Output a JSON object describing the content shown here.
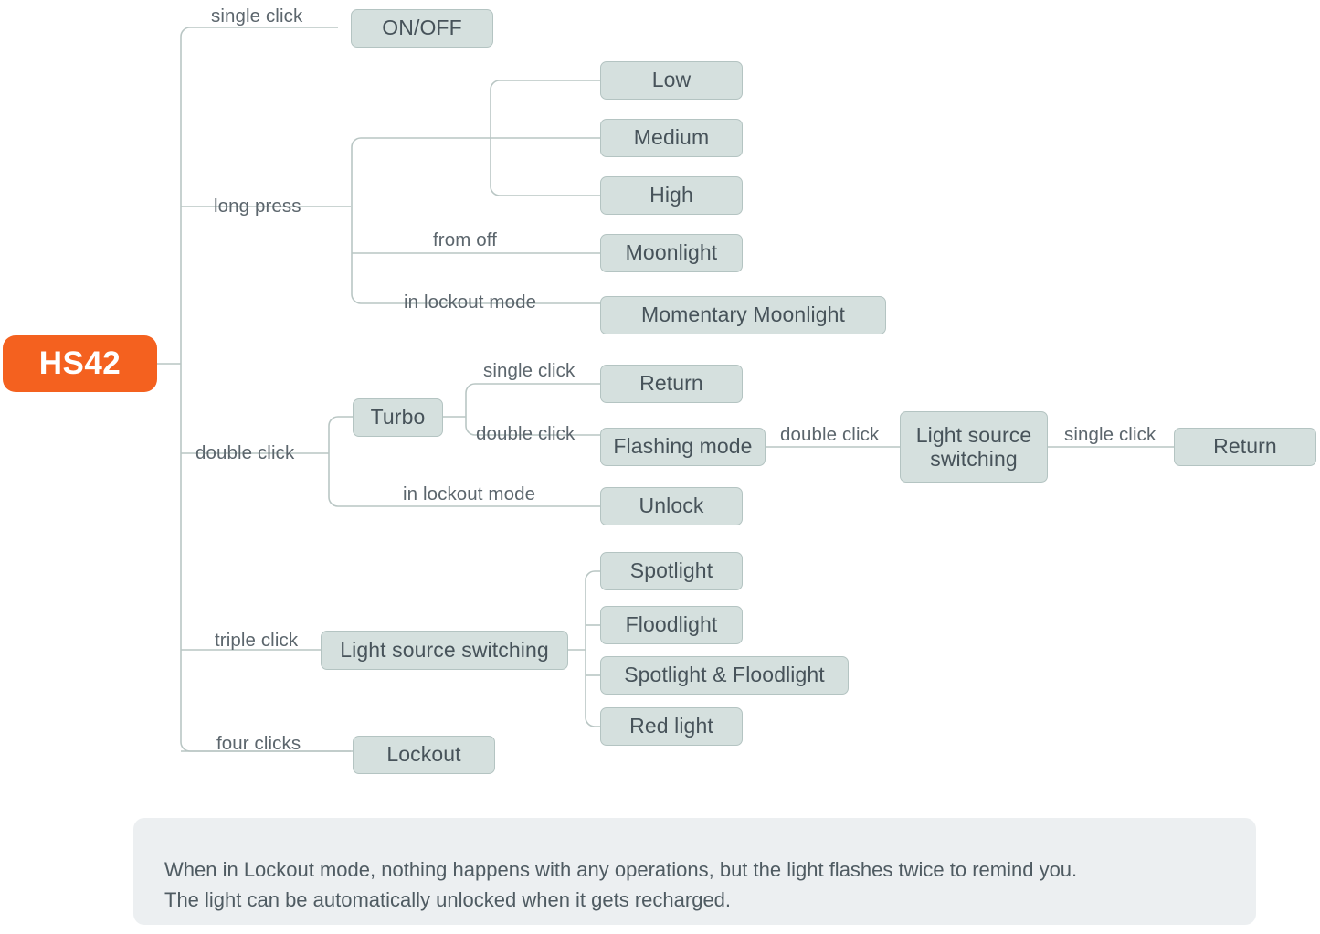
{
  "diagram": {
    "title": "HS42",
    "root": {
      "label": "HS42",
      "color": "#f4611f"
    },
    "node_fill": "#d5e0de",
    "node_border": "#b4c4c2",
    "wire_color": "#b9c6c4",
    "text_color": "#47535a",
    "branches": [
      {
        "edge_label": "single click",
        "nodes": [
          {
            "label": "ON/OFF"
          }
        ]
      },
      {
        "edge_label": "long press",
        "nodes": [
          {
            "label": "Low"
          },
          {
            "label": "Medium"
          },
          {
            "label": "High"
          },
          {
            "label": "Moonlight",
            "edge_label": "from off"
          },
          {
            "label": "Momentary Moonlight",
            "edge_label": "in lockout mode"
          }
        ]
      },
      {
        "edge_label": "double click",
        "nodes": [
          {
            "label": "Turbo"
          },
          {
            "label": "Return",
            "edge_label": "single click"
          },
          {
            "label": "Flashing mode",
            "edge_label": "double click"
          },
          {
            "label": "Light source switching",
            "edge_label": "double click"
          },
          {
            "label": "Return",
            "edge_label": "single click"
          },
          {
            "label": "Unlock",
            "edge_label": "in lockout mode"
          }
        ]
      },
      {
        "edge_label": "triple click",
        "nodes": [
          {
            "label": "Light source switching"
          },
          {
            "label": "Spotlight"
          },
          {
            "label": "Floodlight"
          },
          {
            "label": "Spotlight & Floodlight"
          },
          {
            "label": "Red light"
          }
        ]
      },
      {
        "edge_label": "four clicks",
        "nodes": [
          {
            "label": "Lockout"
          }
        ]
      }
    ],
    "labels": {
      "single_click": "single click",
      "long_press": "long press",
      "double_click": "double click",
      "triple_click": "triple click",
      "four_clicks": "four clicks",
      "from_off": "from off",
      "in_lockout_mode": "in lockout mode",
      "single_click_2": "single click",
      "double_click_2": "double click",
      "in_lockout_mode_2": "in lockout mode",
      "double_click_3": "double click",
      "single_click_3": "single click"
    },
    "nodes": {
      "on_off": "ON/OFF",
      "low": "Low",
      "medium": "Medium",
      "high": "High",
      "moonlight": "Moonlight",
      "momentary_moonlight": "Momentary Moonlight",
      "turbo": "Turbo",
      "return_1": "Return",
      "flashing_mode": "Flashing mode",
      "light_source_switching_1_line1": "Light source",
      "light_source_switching_1_line2": "switching",
      "return_2": "Return",
      "unlock": "Unlock",
      "light_source_switching_2": "Light source switching",
      "spotlight": "Spotlight",
      "floodlight": "Floodlight",
      "spotlight_floodlight": "Spotlight & Floodlight",
      "red_light": "Red light",
      "lockout": "Lockout"
    }
  },
  "note": {
    "line1": "When in Lockout mode, nothing happens with any operations, but the light flashes twice to remind you.",
    "line2": "The light can be automatically unlocked when it gets recharged."
  }
}
